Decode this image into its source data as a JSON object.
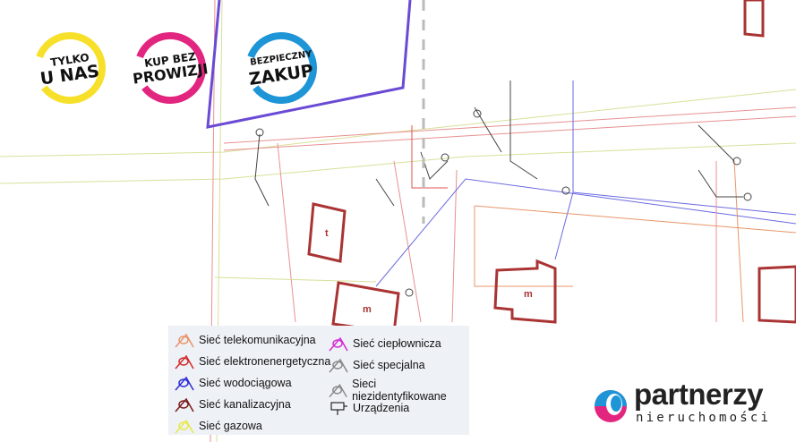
{
  "badges": [
    {
      "line1": "TYLKO",
      "line2": "U NAS",
      "color": "#f7e02a"
    },
    {
      "line1": "KUP BEZ",
      "line2": "PROWIZJI",
      "color": "#e2267f"
    },
    {
      "line1": "BEZPIECZNY",
      "line2": "ZAKUP",
      "color": "#1e95d6"
    }
  ],
  "map": {
    "buildings": [
      "t",
      "m",
      "m"
    ]
  },
  "legend": {
    "items": [
      {
        "label": "Sieć telekomunikacyjna",
        "color": "#e8956a"
      },
      {
        "label": "Sieć elektronenergetyczna",
        "color": "#d42a2a"
      },
      {
        "label": "Sieć wodociągowa",
        "color": "#2a2ad4"
      },
      {
        "label": "Sieć kanalizacyjna",
        "color": "#7a1a1a"
      },
      {
        "label": "Sieć gazowa",
        "color": "#e8e84a"
      },
      {
        "label": "Sieć ciepłownicza",
        "color": "#d42ad4"
      },
      {
        "label": "Sieć specjalna",
        "color": "#888888"
      },
      {
        "label": "Sieci niezidentyfikowane",
        "color": "#888888"
      },
      {
        "label": "Urządzenia",
        "color": "#000000"
      }
    ]
  },
  "logo": {
    "name": "partnerzy",
    "subtitle": "nieruchomości"
  }
}
